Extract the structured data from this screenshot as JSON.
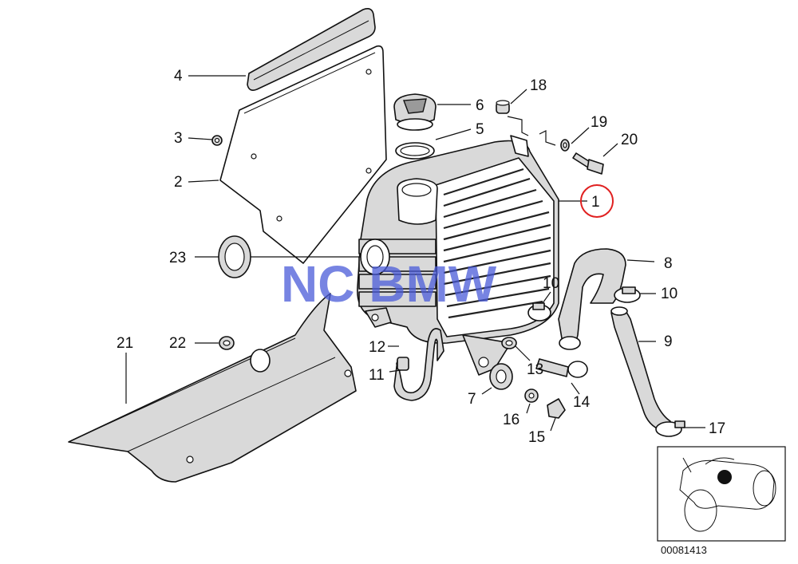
{
  "watermark": "NC BMW",
  "diagram_ref": "00081413",
  "highlight_color": "#e02020",
  "watermark_color": "#4a5bd8",
  "callouts": {
    "c1": "1",
    "c2": "2",
    "c3": "3",
    "c4": "4",
    "c5": "5",
    "c6": "6",
    "c7": "7",
    "c8": "8",
    "c9": "9",
    "c10a": "10",
    "c10b": "10",
    "c11": "11",
    "c12": "12",
    "c13": "13",
    "c14": "14",
    "c15": "15",
    "c16": "16",
    "c17": "17",
    "c18": "18",
    "c19": "19",
    "c20": "20",
    "c21": "21",
    "c22": "22",
    "c23": "23"
  }
}
